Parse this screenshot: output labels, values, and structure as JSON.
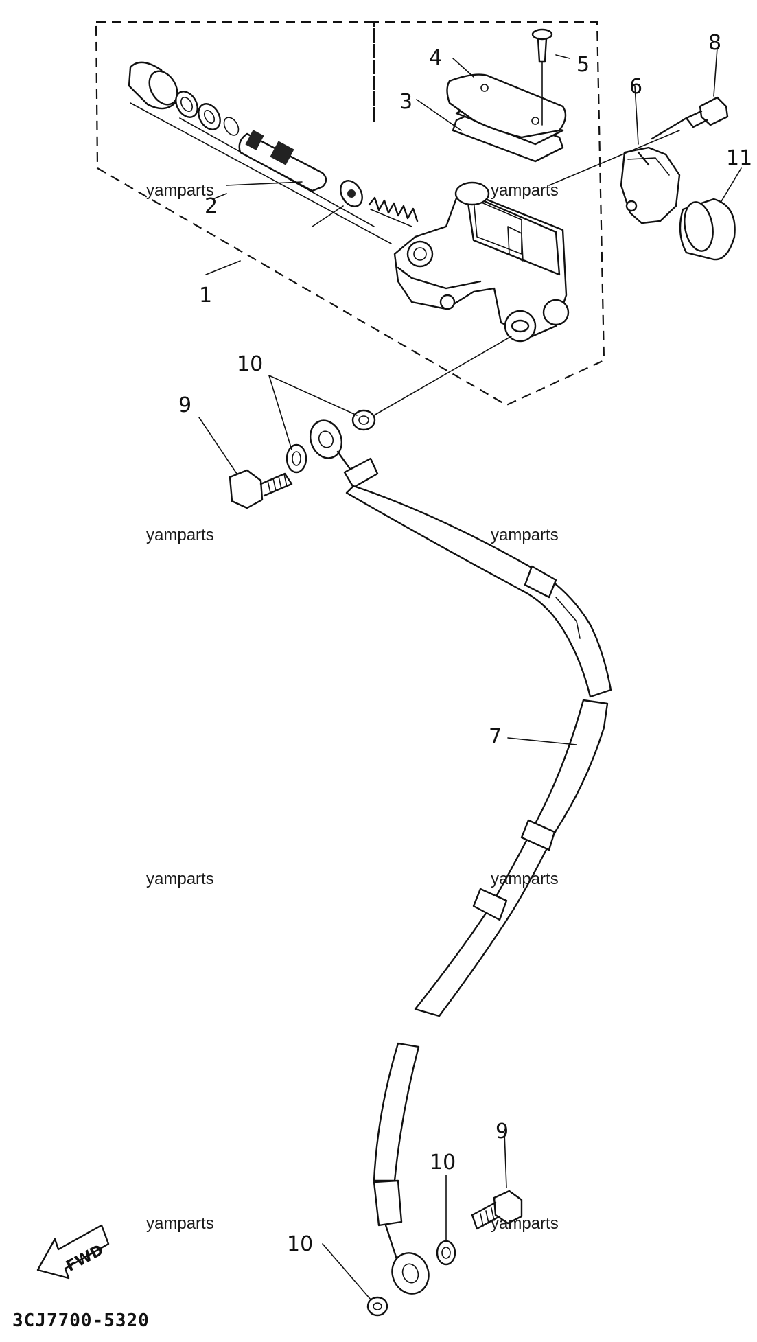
{
  "callouts": {
    "c1": "1",
    "c2": "2",
    "c3": "3",
    "c4": "4",
    "c5": "5",
    "c6": "6",
    "c7": "7",
    "c8": "8",
    "c9a": "9",
    "c9b": "9",
    "c10a": "10",
    "c10b": "10",
    "c10c": "10",
    "c11": "11"
  },
  "watermarks": [
    "yamparts",
    "yamparts",
    "yamparts",
    "yamparts",
    "yamparts",
    "yamparts",
    "yamparts",
    "yamparts"
  ],
  "direction_label": "FWD",
  "diagram_code": "3CJ7700-5320"
}
